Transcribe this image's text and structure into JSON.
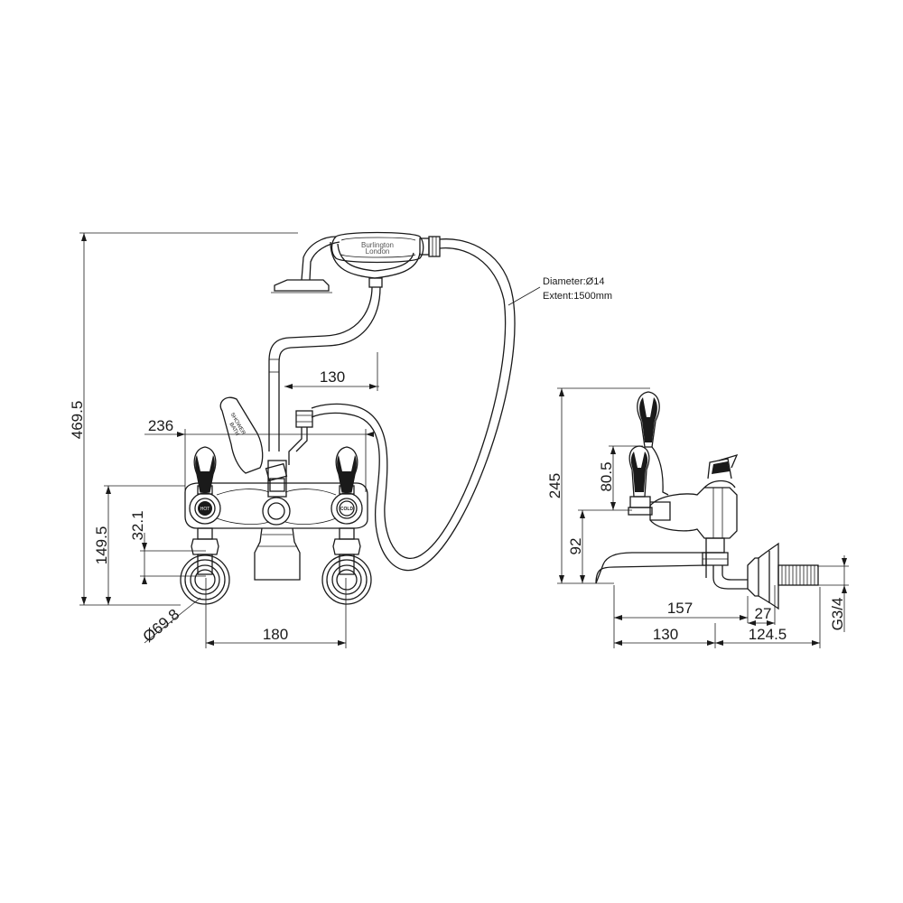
{
  "front_view": {
    "dimensions": {
      "overall_height": "469.5",
      "handset_offset": "130",
      "body_width": "236",
      "inlet_height": "149.5",
      "valve_offset": "32.1",
      "centres": "180",
      "flange_diameter": "Ø69.8"
    },
    "hose_note": {
      "diameter": "Diameter:Ø14",
      "extent": "Extent:1500mm"
    },
    "handset_brand": "Burlington",
    "handset_brand_sub": "London",
    "diverter_label_1": "SHOWER",
    "diverter_label_2": "BATH",
    "hot_label": "HOT",
    "cold_label": "COLD"
  },
  "side_view": {
    "dimensions": {
      "overall_height": "245",
      "lever_height": "80.5",
      "spout_height": "92",
      "spout_reach": "157",
      "body_projection": "130",
      "inlet_length": "124.5",
      "flange_depth": "27",
      "thread": "G3/4"
    }
  }
}
